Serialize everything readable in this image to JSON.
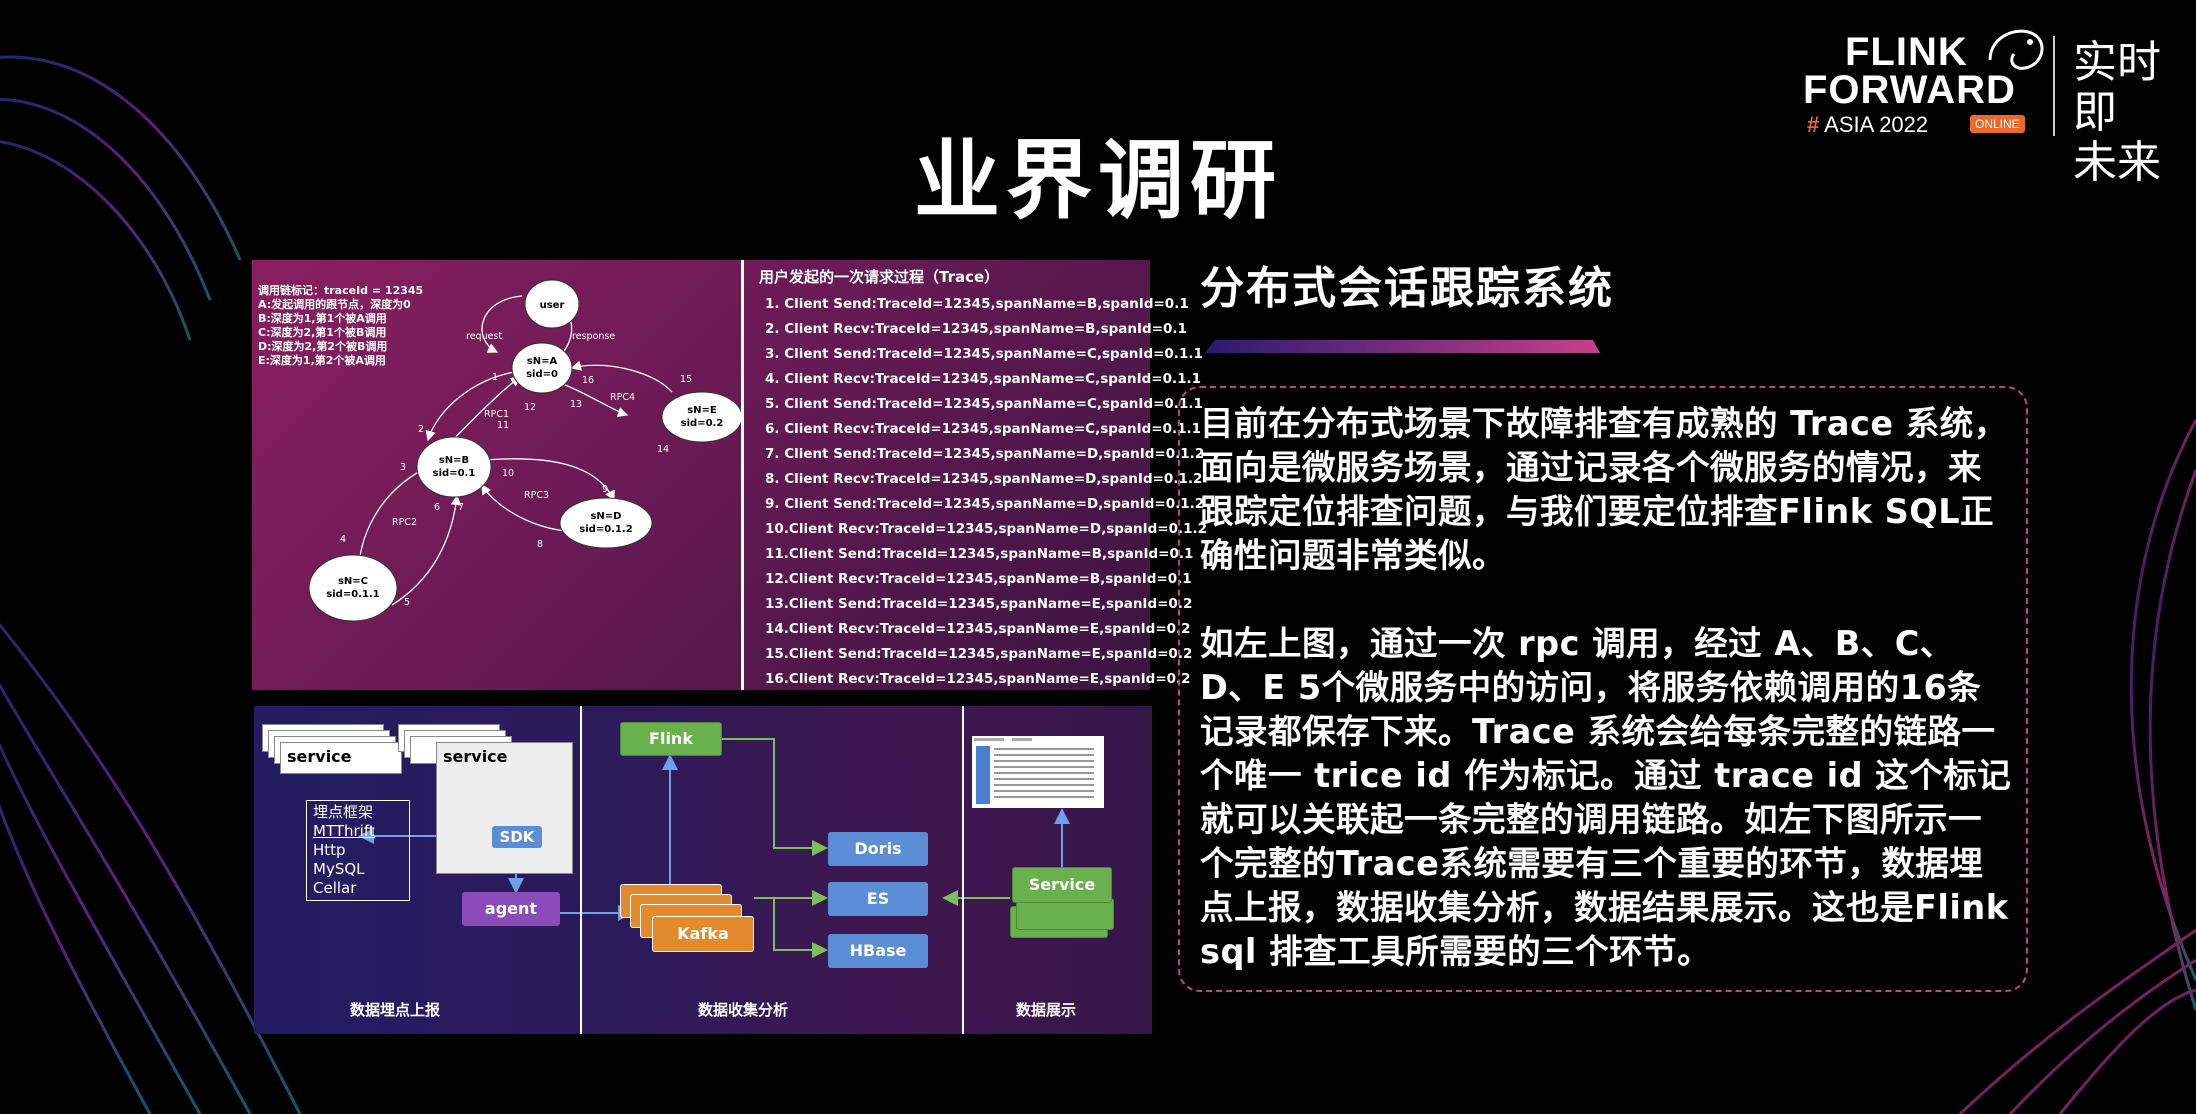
{
  "title": "业界调研",
  "logo": {
    "line1": "FLINK",
    "line2": "FORWARD",
    "hash": "#",
    "asia": "ASIA 2022",
    "online": "ONLINE",
    "cn_line1": "实时即",
    "cn_line2": "未来"
  },
  "trace_diagram": {
    "legend": [
      "调用链标记：traceId = 12345",
      "A:发起调用的跟节点，深度为0",
      "B:深度为1,第1个被A调用",
      "C:深度为2,第1个被B调用",
      "D:深度为2,第2个被B调用",
      "E:深度为1,第2个被A调用"
    ],
    "nodes": {
      "user": "user",
      "a1": "sN=A",
      "a2": "sid=0",
      "b1": "sN=B",
      "b2": "sid=0.1",
      "c1": "sN=C",
      "c2": "sid=0.1.1",
      "d1": "sN=D",
      "d2": "sid=0.1.2",
      "e1": "sN=E",
      "e2": "sid=0.2"
    },
    "edge_labels": {
      "request": "request",
      "response": "response",
      "rpc1": "RPC1",
      "rpc2": "RPC2",
      "rpc3": "RPC3",
      "rpc4": "RPC4",
      "n1": "1",
      "n2": "2",
      "n3": "3",
      "n4": "4",
      "n5": "5",
      "n6": "6",
      "n7": "7",
      "n8": "8",
      "n9": "9",
      "n10": "10",
      "n11": "11",
      "n12": "12",
      "n13": "13",
      "n14": "14",
      "n15": "15",
      "n16": "16"
    },
    "list_title": "用户发起的一次请求过程（Trace）",
    "list": [
      "1. Client Send:TraceId=12345,spanName=B,spanId=0.1",
      "2. Client Recv:TraceId=12345,spanName=B,spanId=0.1",
      "3. Client Send:TraceId=12345,spanName=C,spanId=0.1.1",
      "4. Client Recv:TraceId=12345,spanName=C,spanId=0.1.1",
      "5. Client Send:TraceId=12345,spanName=C,spanId=0.1.1",
      "6. Client Recv:TraceId=12345,spanName=C,spanId=0.1.1",
      "7. Client Send:TraceId=12345,spanName=D,spanId=0.1.2",
      "8. Client Recv:TraceId=12345,spanName=D,spanId=0.1.2",
      "9. Client Send:TraceId=12345,spanName=D,spanId=0.1.2",
      "10.Client Recv:TraceId=12345,spanName=D,spanId=0.1.2",
      "11.Client Send:TraceId=12345,spanName=B,spanId=0.1",
      "12.Client Recv:TraceId=12345,spanName=B,spanId=0.1",
      "13.Client Send:TraceId=12345,spanName=E,spanId=0.2",
      "14.Client Recv:TraceId=12345,spanName=E,spanId=0.2",
      "15.Client Send:TraceId=12345,spanName=E,spanId=0.2",
      "16.Client Recv:TraceId=12345,spanName=E,spanId=0.2"
    ]
  },
  "architecture": {
    "service1": "service",
    "service2": "service",
    "framework_list": [
      "埋点框架",
      "MTThrift",
      "Http",
      "MySQL",
      "Cellar"
    ],
    "sdk": "SDK",
    "agent": "agent",
    "flink": "Flink",
    "kafka": "Kafka",
    "doris": "Doris",
    "es": "ES",
    "hbase": "HBase",
    "service_box": "Service",
    "section_collect": "数据埋点上报",
    "section_analyze": "数据收集分析",
    "section_display": "数据展示"
  },
  "section_heading": "分布式会话跟踪系统",
  "paragraphs": [
    "目前在分布式场景下故障排查有成熟的 Trace 系统，面向是微服务场景，通过记录各个微服务的情况，来跟踪定位排查问题，与我们要定位排查Flink SQL正确性问题非常类似。",
    "如左上图，通过一次 rpc 调用，经过 A、B、C、D、E 5个微服务中的访问，将服务依赖调用的16条记录都保存下来。Trace 系统会给每条完整的链路一个唯一 trice id 作为标记。通过 trace id 这个标记就可以关联起一条完整的调用链路。如左下图所示一个完整的Trace系统需要有三个重要的环节，数据埋点上报，数据收集分析，数据结果展示。这也是Flink sql 排查工具所需要的三个环节。"
  ],
  "colors": {
    "accent_pink": "#c7408a",
    "orange": "#f0682a",
    "blue_box": "#5b8ed6",
    "green_box": "#6ab04c",
    "kafka_orange": "#e38b2c",
    "agent_purple": "#8a4ab8"
  }
}
